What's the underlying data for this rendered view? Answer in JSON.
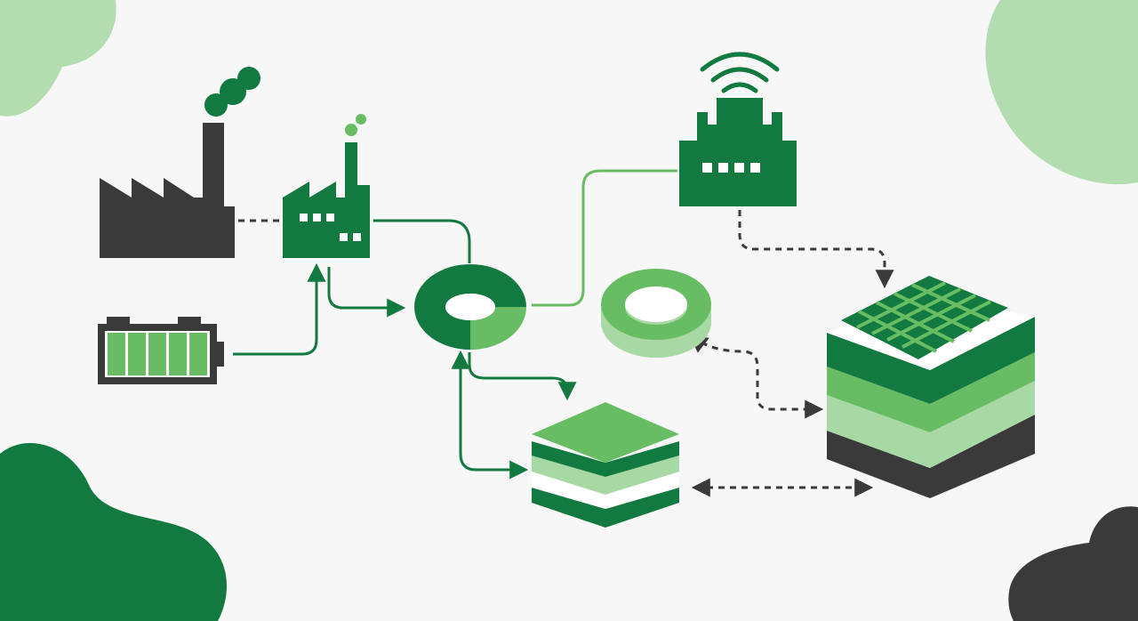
{
  "colors": {
    "background": "#f7f7f7",
    "dark_green": "#127a41",
    "mid_green": "#68bd64",
    "light_green": "#a8d8a4",
    "charcoal": "#3a3a3a",
    "blob_light": "#b3ddb0"
  },
  "nodes": [
    {
      "id": "smokestack-factory",
      "icon": "factory-icon",
      "color": "charcoal"
    },
    {
      "id": "small-factory",
      "icon": "factory-icon",
      "color": "dark_green"
    },
    {
      "id": "battery",
      "icon": "battery-icon",
      "color": "mid_green",
      "cells": 5
    },
    {
      "id": "central-hub",
      "icon": "ring-hub-icon",
      "color": "dark_green"
    },
    {
      "id": "smart-facility",
      "icon": "wireless-factory-icon",
      "color": "dark_green"
    },
    {
      "id": "ring-storage",
      "icon": "ring-icon",
      "color": "light_green"
    },
    {
      "id": "small-layer-stack",
      "icon": "layer-stack-icon",
      "color": "mid_green"
    },
    {
      "id": "solar-layer-stack",
      "icon": "solar-stack-icon",
      "color": "dark_green"
    }
  ],
  "connections": [
    {
      "from": "smokestack-factory",
      "to": "small-factory",
      "style": "dashed"
    },
    {
      "from": "battery",
      "to": "small-factory",
      "style": "solid"
    },
    {
      "from": "small-factory",
      "to": "central-hub",
      "style": "solid"
    },
    {
      "from": "central-hub",
      "to": "smart-facility",
      "style": "solid"
    },
    {
      "from": "central-hub",
      "to": "small-layer-stack",
      "style": "solid"
    },
    {
      "from": "smart-facility",
      "to": "solar-layer-stack",
      "style": "dashed"
    },
    {
      "from": "ring-storage",
      "to": "solar-layer-stack",
      "style": "dashed"
    },
    {
      "from": "small-layer-stack",
      "to": "solar-layer-stack",
      "style": "dashed"
    }
  ]
}
